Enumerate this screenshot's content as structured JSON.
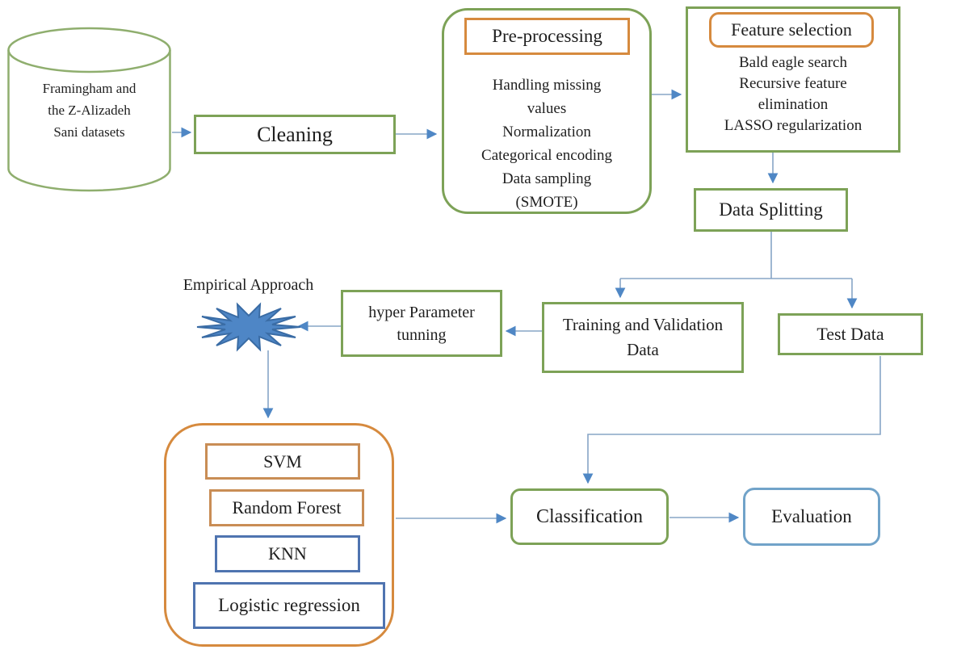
{
  "theme": {
    "green_border": "#7da257",
    "green_light": "#8fae6e",
    "orange_border": "#d68a3e",
    "orange_soft": "#c98d55",
    "blue_border": "#4f74b0",
    "blue_light_border": "#71a3c9",
    "arrow_line": "#87a5c6",
    "arrow_head": "#4f87c5",
    "starburst_fill": "#4e86c6",
    "starburst_stroke": "#3a6ca5",
    "text_color": "#1f1f1f"
  },
  "nodes": {
    "dataset": {
      "label": "Framingham and\nthe Z-Alizadeh\nSani datasets"
    },
    "cleaning": {
      "label": "Cleaning"
    },
    "preprocessing": {
      "title": "Pre-processing",
      "steps": [
        "Handling missing\nvalues",
        "Normalization",
        "Categorical encoding",
        "Data sampling\n(SMOTE)"
      ]
    },
    "feature_selection": {
      "title": "Feature selection",
      "methods": [
        "Bald eagle search",
        "Recursive feature\nelimination",
        "LASSO regularization"
      ]
    },
    "data_splitting": {
      "label": "Data Splitting"
    },
    "training": {
      "label": "Training and Validation\nData"
    },
    "test_data": {
      "label": "Test Data"
    },
    "hyperparameter": {
      "label": "hyper Parameter\ntunning"
    },
    "empirical": {
      "label": "Empirical Approach"
    },
    "models": {
      "items": [
        "SVM",
        "Random Forest",
        "KNN",
        "Logistic regression"
      ]
    },
    "classification": {
      "label": "Classification"
    },
    "evaluation": {
      "label": "Evaluation"
    }
  }
}
